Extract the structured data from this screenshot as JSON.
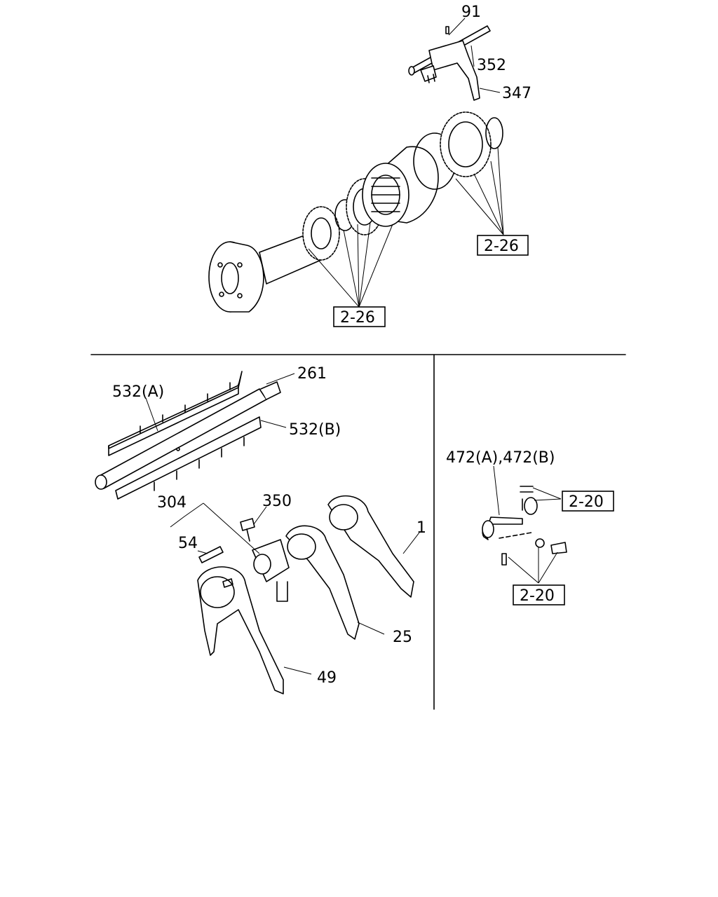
{
  "labels": {
    "p91": "91",
    "p352": "352",
    "p347": "347",
    "p261": "261",
    "p532a": "532(A)",
    "p532b": "532(B)",
    "p304": "304",
    "p350": "350",
    "p54": "54",
    "p1": "1",
    "p25": "25",
    "p49": "49",
    "p472": "472(A),472(B)"
  },
  "refs": {
    "ref_2_26_right": "2-26",
    "ref_2_26_bottom": "2-26",
    "ref_2_20_upper": "2-20",
    "ref_2_20_lower": "2-20"
  }
}
